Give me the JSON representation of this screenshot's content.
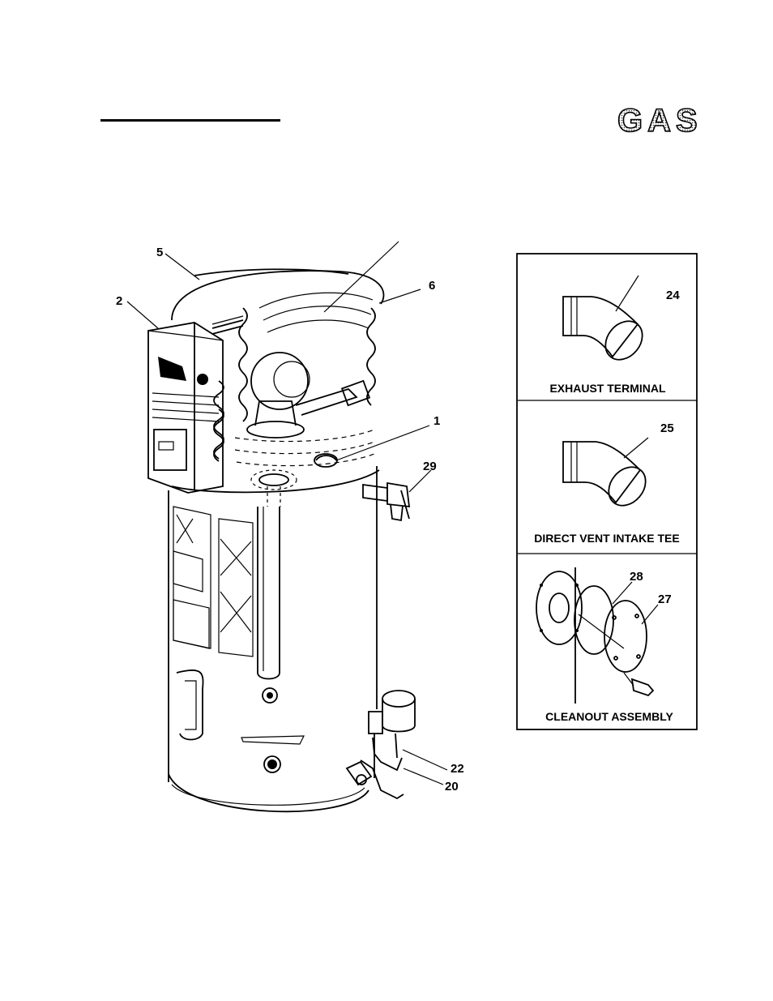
{
  "header": {
    "logo_text": "GAS"
  },
  "callouts": {
    "c1": "1",
    "c2": "2",
    "c5": "5",
    "c6": "6",
    "c20": "20",
    "c22": "22",
    "c24": "24",
    "c25": "25",
    "c27": "27",
    "c28": "28",
    "c29": "29"
  },
  "panels": {
    "exhaust_terminal": "EXHAUST TERMINAL",
    "direct_vent_intake_tee": "DIRECT VENT INTAKE TEE",
    "cleanout_assembly": "CLEANOUT ASSEMBLY"
  }
}
